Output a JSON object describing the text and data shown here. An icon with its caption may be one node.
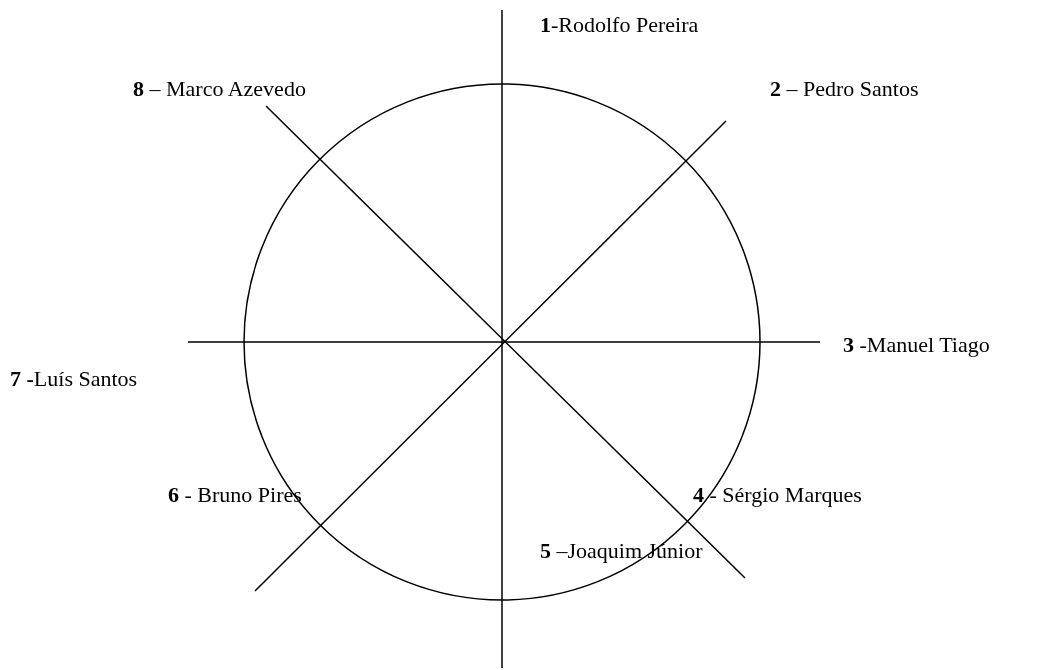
{
  "diagram": {
    "labels": [
      "**1**-Rodolfo Pereira",
      "**8** – Marco Azevedo",
      "**2** – Pedro Santos",
      "**3** -Manuel Tiago",
      "**7 -**Luís Santos",
      "**6** - Bruno Pires",
      "**4** - Sérgio Marques",
      "**5** –Joaquim Júnior"
    ]
  }
}
